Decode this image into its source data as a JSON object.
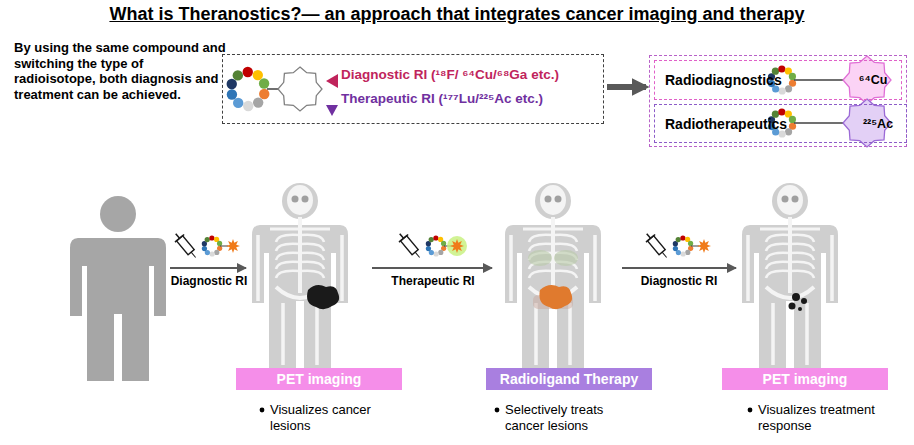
{
  "diagram": {
    "title": "What is Theranostics?— an approach that integrates cancer imaging and therapy",
    "nodes": [
      {
        "text": [
          "Diagnostic RI (¹⁸F/ ⁶⁴Cu/⁶⁸Ga etc.)",
          "Therapeutic RI (¹⁷⁷Lu/²²⁵Ac etc.)"
        ]
      },
      {
        "text": []
      },
      {
        "text": [
          "Radiodiagnostics",
          "⁶⁴Cu"
        ],
        "in": 1
      },
      {
        "text": [
          "Radiotherapeutics",
          "²²⁵Ac"
        ],
        "in": 1
      },
      {
        "text": [
          "PET imaging"
        ]
      },
      {
        "text": [
          "Radioligand Therapy"
        ]
      },
      {
        "text": [
          "PET imaging"
        ]
      }
    ],
    "edges": [
      {
        "from": 0,
        "to": 1,
        "arrow": "to"
      }
    ],
    "labels": [
      "By using the same compound and switching the type of radioisotope, both diagnosis and treatment can be achieved.",
      "Diagnostic RI",
      "Therapeutic RI",
      "Diagnostic RI",
      "Visualizes cancer lesions",
      "Selectively treats cancer lesions",
      "Visualizes treatment response"
    ]
  }
}
